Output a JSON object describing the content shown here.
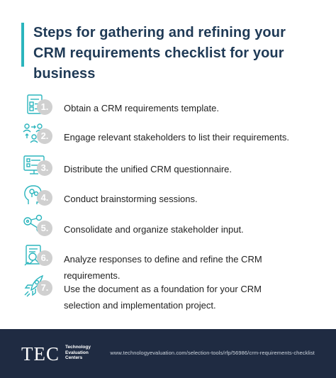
{
  "title": "Steps for gathering and refining your CRM requirements checklist for your business",
  "accent_color": "#2bb5bd",
  "steps": [
    {
      "num": "1.",
      "label": "Obtain a CRM requirements template.",
      "icon": "document-checklist-icon"
    },
    {
      "num": "2.",
      "label": "Engage relevant stakeholders to list their requirements.",
      "icon": "stakeholders-icon"
    },
    {
      "num": "3.",
      "label": "Distribute the unified CRM questionnaire.",
      "icon": "monitor-questionnaire-icon"
    },
    {
      "num": "4.",
      "label": "Conduct brainstorming sessions.",
      "icon": "brain-head-icon"
    },
    {
      "num": "5.",
      "label": "Consolidate and organize stakeholder input.",
      "icon": "connections-icon"
    },
    {
      "num": "6.",
      "label": "Analyze responses to define and refine the CRM requirements.",
      "icon": "report-magnifier-icon"
    },
    {
      "num": "7.",
      "label": "Use the document as a foundation for your CRM selection and implementation project.",
      "icon": "rocket-icon"
    }
  ],
  "footer": {
    "logo": "TEC",
    "logo_subtitle": [
      "Technology",
      "Evaluation",
      "Centers"
    ],
    "url": "www.technologyevaluation.com/selection-tools/rfp/56986/crm-requirements-checklist",
    "background_color": "#1f2b42"
  }
}
